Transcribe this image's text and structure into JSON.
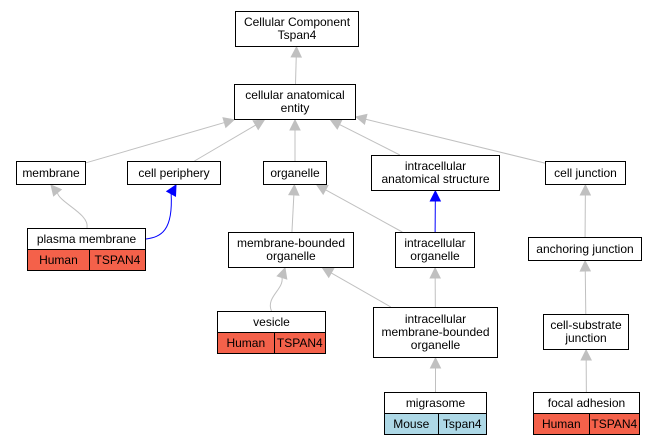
{
  "nodes": {
    "cc_root": {
      "lines": [
        "Cellular Component",
        "Tspan4"
      ]
    },
    "cae": {
      "lines": [
        "cellular anatomical",
        "entity"
      ]
    },
    "membrane": {
      "lines": [
        "membrane"
      ]
    },
    "cell_periphery": {
      "lines": [
        "cell periphery"
      ]
    },
    "organelle": {
      "lines": [
        "organelle"
      ]
    },
    "ias": {
      "lines": [
        "intracellular",
        "anatomical structure"
      ]
    },
    "cell_junction": {
      "lines": [
        "cell junction"
      ]
    },
    "plasma_membrane": {
      "lines": [
        "plasma membrane"
      ],
      "tags": [
        "Human",
        "TSPAN4"
      ]
    },
    "mbo": {
      "lines": [
        "membrane-bounded",
        "organelle"
      ]
    },
    "intra_org": {
      "lines": [
        "intracellular",
        "organelle"
      ]
    },
    "anchoring": {
      "lines": [
        "anchoring junction"
      ]
    },
    "vesicle": {
      "lines": [
        "vesicle"
      ],
      "tags": [
        "Human",
        "TSPAN4"
      ]
    },
    "imbo": {
      "lines": [
        "intracellular",
        "membrane-bounded",
        "organelle"
      ]
    },
    "cell_substrate": {
      "lines": [
        "cell-substrate",
        "junction"
      ]
    },
    "migrasome": {
      "lines": [
        "migrasome"
      ],
      "tags": [
        "Mouse",
        "Tspan4"
      ]
    },
    "focal_adhesion": {
      "lines": [
        "focal adhesion"
      ],
      "tags": [
        "Human",
        "TSPAN4"
      ]
    }
  },
  "colors": {
    "is_a_edge": "#c0c0c0",
    "part_of_edge": "#0000ff",
    "human_tag": "#f4614a",
    "mouse_tag": "#add8e6"
  },
  "edges": [
    {
      "from": "cae",
      "to": "cc_root",
      "kind": "is_a"
    },
    {
      "from": "membrane",
      "to": "cae",
      "kind": "is_a"
    },
    {
      "from": "cell_periphery",
      "to": "cae",
      "kind": "is_a"
    },
    {
      "from": "organelle",
      "to": "cae",
      "kind": "is_a"
    },
    {
      "from": "ias",
      "to": "cae",
      "kind": "is_a"
    },
    {
      "from": "cell_junction",
      "to": "cae",
      "kind": "is_a"
    },
    {
      "from": "plasma_membrane",
      "to": "membrane",
      "kind": "is_a"
    },
    {
      "from": "plasma_membrane",
      "to": "cell_periphery",
      "kind": "part_of"
    },
    {
      "from": "mbo",
      "to": "organelle",
      "kind": "is_a"
    },
    {
      "from": "intra_org",
      "to": "organelle",
      "kind": "is_a"
    },
    {
      "from": "intra_org",
      "to": "ias",
      "kind": "part_of"
    },
    {
      "from": "anchoring",
      "to": "cell_junction",
      "kind": "is_a"
    },
    {
      "from": "vesicle",
      "to": "mbo",
      "kind": "is_a"
    },
    {
      "from": "imbo",
      "to": "mbo",
      "kind": "is_a"
    },
    {
      "from": "imbo",
      "to": "intra_org",
      "kind": "is_a"
    },
    {
      "from": "cell_substrate",
      "to": "anchoring",
      "kind": "is_a"
    },
    {
      "from": "migrasome",
      "to": "imbo",
      "kind": "is_a"
    },
    {
      "from": "focal_adhesion",
      "to": "cell_substrate",
      "kind": "is_a"
    }
  ]
}
